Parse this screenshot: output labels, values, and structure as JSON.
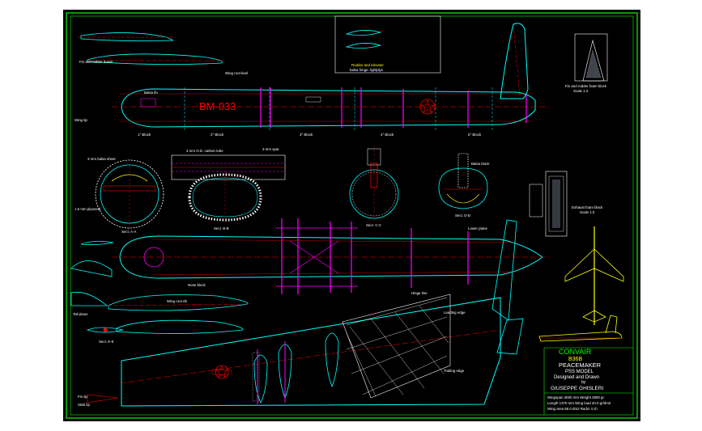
{
  "colors": {
    "background": "#000000",
    "frame": "#00ff00",
    "outline": "#00ffff",
    "centerline": "#ff0000",
    "ribs": "#ff00ff",
    "labels": "#ffffff",
    "title": "#ffff00"
  },
  "title_block": {
    "line1": "CONVAIR",
    "line2": "B36B",
    "line3": "PEACEMAKER",
    "line4": "PSS MODEL",
    "line5": "Designed and Drawn",
    "line6": "by",
    "line7": "GIUSEPPE GHISLERI"
  },
  "fuselage_marking": "BM-033",
  "stations": [
    "1° Block",
    "2° Block",
    "3° Block",
    "4° Block",
    "5° Block"
  ],
  "section_labels": {
    "a": "Sect. A-A",
    "b": "Sect. B-B",
    "c": "Sect. C-C",
    "d": "Sect. D-D",
    "e": "Sect. E-E"
  },
  "notes": {
    "fin_rudder_bottom": "Fin and rudder foam block",
    "fin_rudder_scale": "Scale 1:3",
    "fin_block_left": "Fin and rudder dowel",
    "exhaust_block": "Exhaust foam block",
    "exhaust_scale": "Scale 1:3",
    "rudder_elevator": "Rudder and elevator",
    "rudder_elevator_sub": "balsa hinge- lightplys",
    "wing_root_rib": "Wing root rib",
    "balsa_fin": "Balsa fin",
    "rear_stab": "Tail plane",
    "front_block": "Nose block",
    "mm_balsa_sheet": "3 mm balsa sheet",
    "glue_spar": "3 mm spar",
    "plywood": "1.5 mm plywood",
    "spar_carbon": "3 mm O.D. carbon tube",
    "wing_keel": "Wing root keel",
    "wing_tip": "Wing tip",
    "lower_plane": "Lower plane",
    "hinge_line": "Hinge line",
    "wing_root": "Wing root rib",
    "balsa_block": "Balsa block",
    "fin_tip": "Fin tip",
    "stab_tip": "Stab tip",
    "leading_edge": "Leading edge",
    "trailing_edge": "Trailing edge"
  },
  "specs_lines": [
    "Wingspan 3000 mm   Weight 2800 gr",
    "Length 1370 mm   Wing load 40.0 gr/dm2",
    "Wing area 68.0 dm2   Radio 4 ch"
  ]
}
